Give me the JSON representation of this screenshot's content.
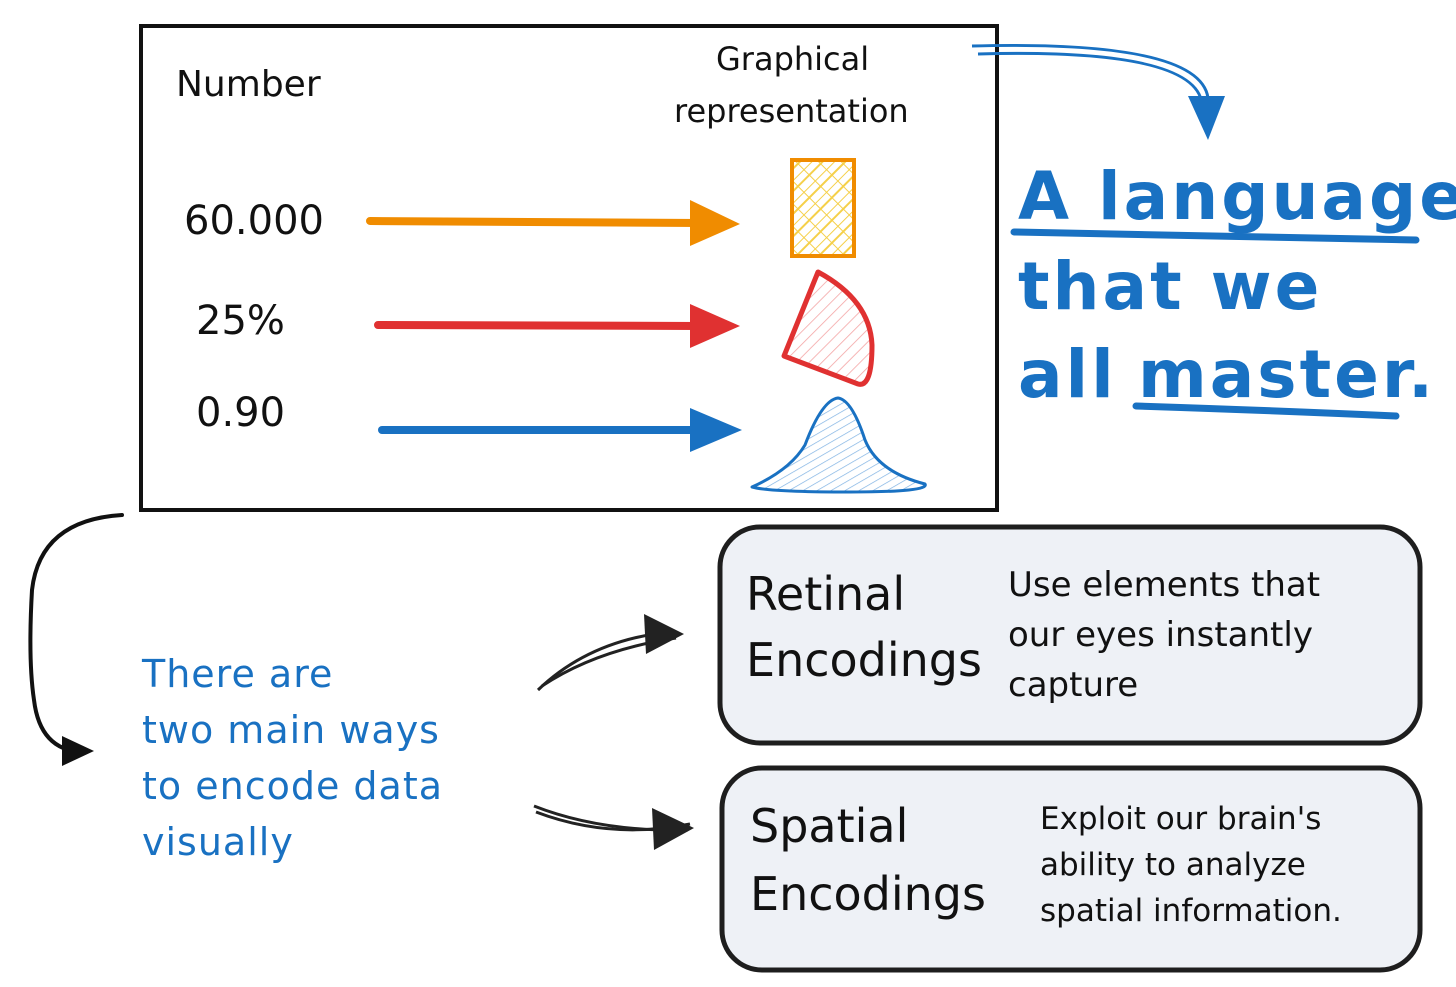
{
  "mapping": {
    "number_header": "Number",
    "graphic_header_line1": "Graphical",
    "graphic_header_line2": "representation",
    "rows": [
      {
        "number": "60.000",
        "color": "#f08c00",
        "shape": "rectangle"
      },
      {
        "number": "25%",
        "color": "#e03131",
        "shape": "pie-slice"
      },
      {
        "number": "0.90",
        "color": "#1971c2",
        "shape": "distribution-curve"
      }
    ]
  },
  "tagline": {
    "line1": "A language",
    "line2": "that we",
    "line3_a": "all",
    "line3_b": "master."
  },
  "intro": {
    "line1": "There are",
    "line2": "two main ways",
    "line3": "to encode data",
    "line4": "visually"
  },
  "encodings": [
    {
      "title_line1": "Retinal",
      "title_line2": "Encodings",
      "desc_line1": "Use elements that",
      "desc_line2": "our eyes instantly",
      "desc_line3": "capture"
    },
    {
      "title_line1": "Spatial",
      "title_line2": "Encodings",
      "desc_line1": "Exploit our brain's",
      "desc_line2": "ability to analyze",
      "desc_line3": "spatial information."
    }
  ],
  "colors": {
    "ink": "#1e1e1e",
    "blue": "#1971c2",
    "orange": "#f08c00",
    "red": "#e03131",
    "box_fill": "#eef1f6"
  }
}
